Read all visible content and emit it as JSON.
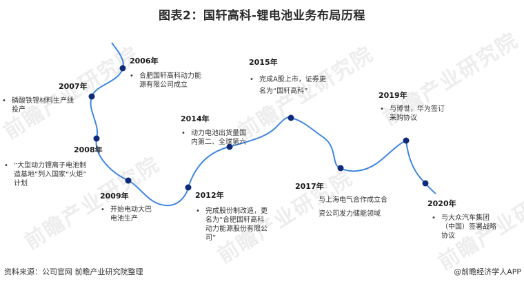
{
  "title": "图表2：国轩高科-锂电池业务布局历程",
  "colors": {
    "curve": "#3f86e0",
    "dot": "#0f2a7a",
    "watermark": "#ededed"
  },
  "watermark_text": "前瞻产业研究院",
  "milestones": [
    {
      "year": "2006年",
      "lines": [
        "合肥国轩高科动力能",
        "源有限公司成立"
      ]
    },
    {
      "year": "2007年",
      "lines": [
        "磷酸铁锂材料生产线",
        "投产"
      ]
    },
    {
      "year": "2008年",
      "lines": [
        "“大型动力锂离子电池制",
        "造基地”列入国家“火炬”",
        "计划"
      ]
    },
    {
      "year": "2009年",
      "lines": [
        "开始电动大巴",
        "电池生产"
      ]
    },
    {
      "year": "2012年",
      "lines": [
        "完成股份制改造，更",
        "名为“合肥国轩高科",
        "动力能源股份有限公",
        "司”"
      ]
    },
    {
      "year": "2014年",
      "lines": [
        "动力电池出货量国",
        "内第二、全球第六"
      ]
    },
    {
      "year": "2015年",
      "lines": [
        "完成A股上市，证券更",
        "名为“国轩高科”"
      ]
    },
    {
      "year": "2017年",
      "lines": [
        "与上海电气合作成立合",
        "资公司发力储能领域"
      ]
    },
    {
      "year": "2019年",
      "lines": [
        "与博世，华为签订",
        "采购协议"
      ]
    },
    {
      "year": "2020年",
      "lines": [
        "与大众汽车集团",
        "（中国）签署战略",
        "协议"
      ]
    }
  ],
  "footer": {
    "source": "资料来源：公司官网 前瞻产业研究院整理",
    "credit": "@前瞻经济学人APP"
  }
}
